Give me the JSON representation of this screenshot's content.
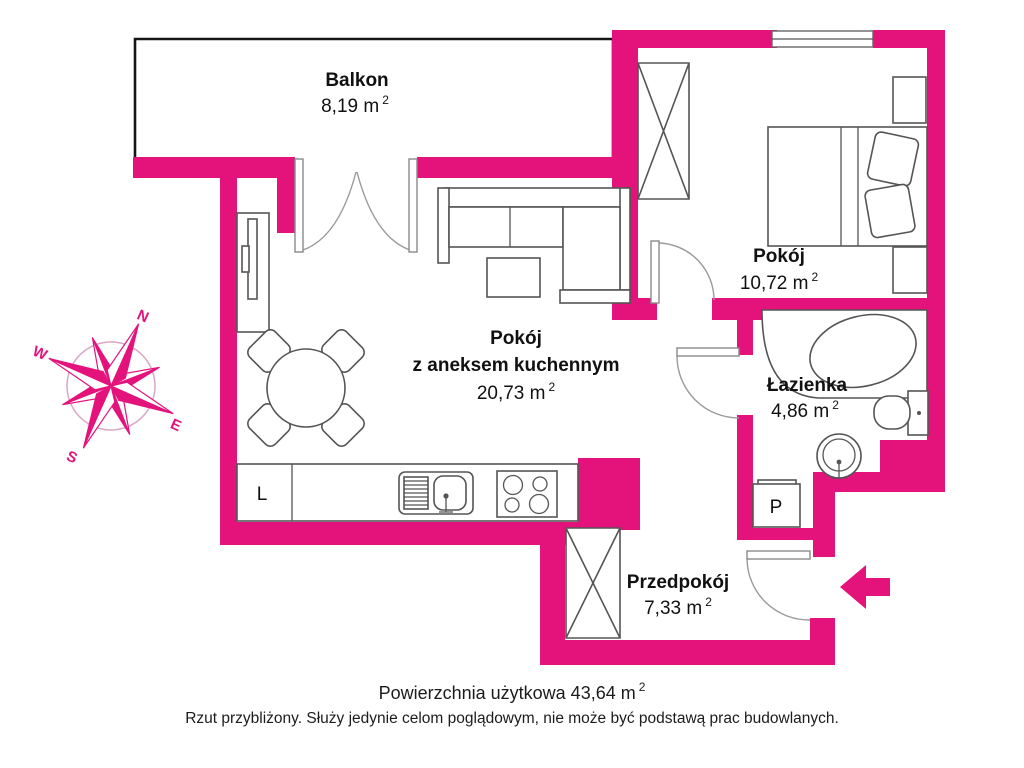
{
  "colors": {
    "wall_pink": "#e4137c",
    "furniture_gray": "#555555",
    "text_black": "#111111"
  },
  "rooms": {
    "balcony": {
      "name": "Balkon",
      "area": "8,19 m",
      "area_sup": "2"
    },
    "bedroom": {
      "name": "Pokój",
      "area": "10,72 m",
      "area_sup": "2"
    },
    "living": {
      "name_line1": "Pokój",
      "name_line2": "z aneksem kuchennym",
      "area": "20,73 m",
      "area_sup": "2"
    },
    "bathroom": {
      "name": "Łazienka",
      "area": "4,86 m",
      "area_sup": "2"
    },
    "hall": {
      "name": "Przedpokój",
      "area": "7,33 m",
      "area_sup": "2"
    }
  },
  "appliances": {
    "fridge": "L",
    "washer": "P"
  },
  "compass": {
    "north": "N",
    "east": "E",
    "south": "S",
    "west": "W"
  },
  "footer": {
    "total": "Powierzchnia użytkowa 43,64 m",
    "total_sup": "2",
    "disclaimer": "Rzut przybliżony. Służy jedynie celom poglądowym, nie może być podstawą prac budowlanych."
  }
}
